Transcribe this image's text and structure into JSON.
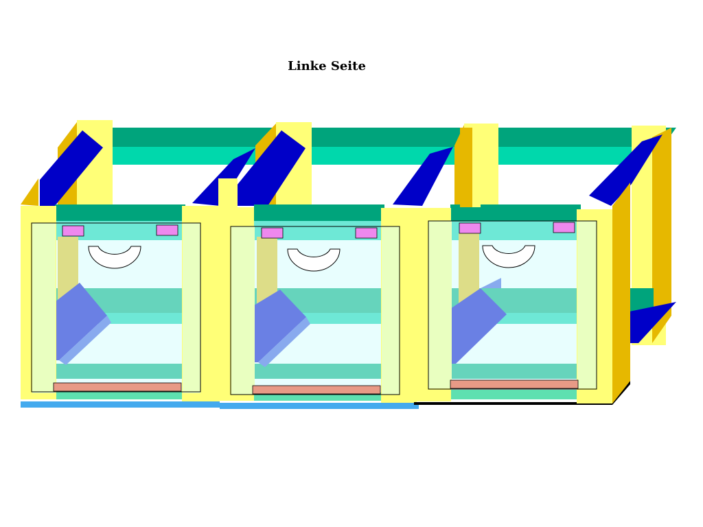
{
  "title": "Linke Seite",
  "colors": {
    "yellow": "#ffff77",
    "dark_yellow": "#e6b800",
    "green": "#00a47c",
    "light_green": "#00d8ac",
    "mint": "#6ee8d6",
    "blue": "#0000c8",
    "mid_blue": "#6a80e4",
    "pale_cyan": "#e8fefe",
    "panel": "#e9ffc0",
    "pink": "#ee88ee",
    "salmon": "#e89a86",
    "outline": "#000000"
  },
  "cabinets": [
    {
      "label": "cabinet-left"
    },
    {
      "label": "cabinet-middle"
    },
    {
      "label": "cabinet-right"
    }
  ]
}
